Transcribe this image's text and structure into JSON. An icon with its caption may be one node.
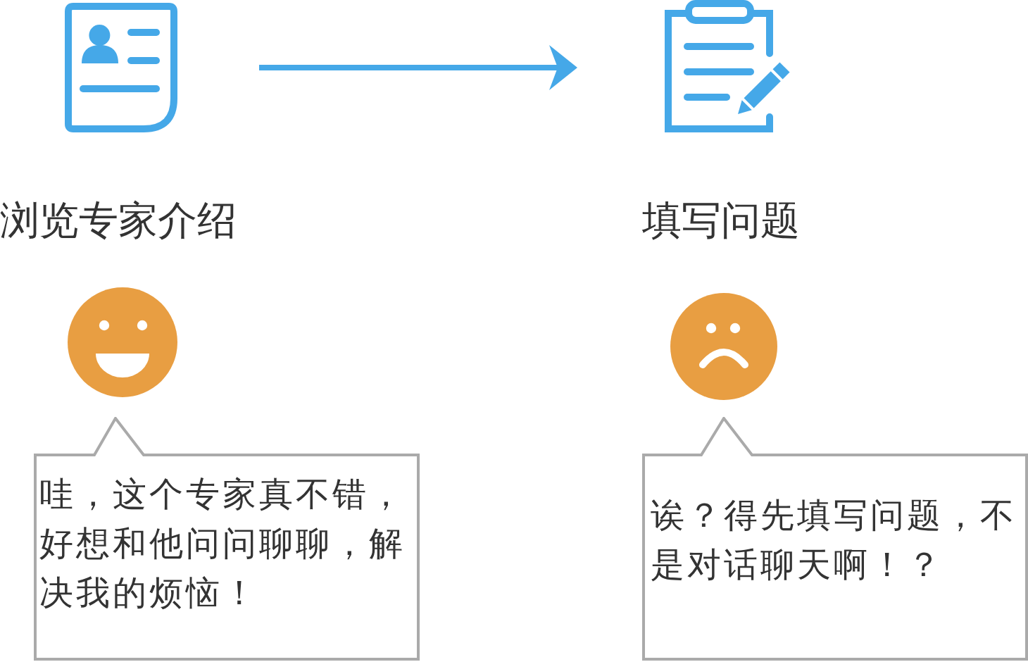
{
  "diagram": {
    "nodes": [
      {
        "text": [],
        "shape": "picture",
        "beside": [
          "浏览专家介绍"
        ]
      },
      {
        "text": [],
        "shape": "picture",
        "beside": [
          "填写问题"
        ]
      },
      {
        "text": [
          "哇，这个专家真不错，好想和他问问聊聊，解决我的烦恼！"
        ]
      },
      {
        "text": [
          "诶？得先填写问题，不是对话聊天啊！？"
        ]
      }
    ],
    "edges": [
      {
        "from": 0,
        "to": 1,
        "arrow": "to"
      }
    ]
  }
}
